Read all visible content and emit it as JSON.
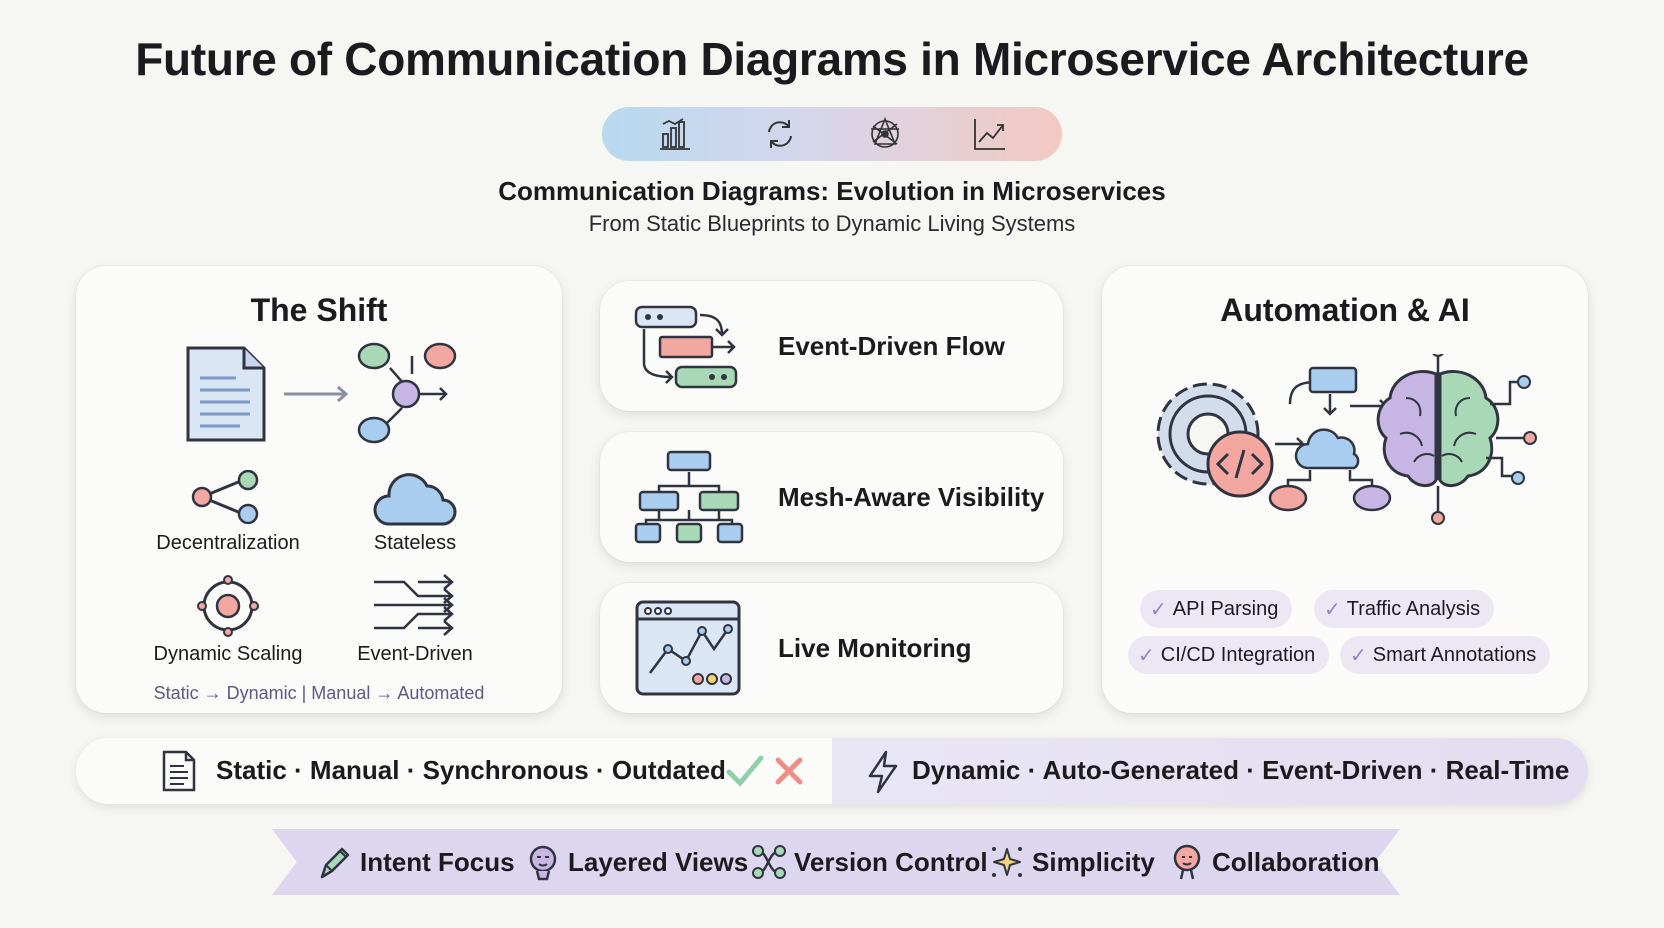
{
  "header": {
    "title": "Future of Communication Diagrams in Microservice Architecture",
    "subtitle": "Communication Diagrams: Evolution in Microservices",
    "tagline": "From Static Blueprints to Dynamic Living Systems"
  },
  "shift_card": {
    "title": "The Shift",
    "items": [
      {
        "label": "Decentralization",
        "icon": "share-nodes-icon"
      },
      {
        "label": "Stateless",
        "icon": "cloud-icon"
      },
      {
        "label": "Dynamic Scaling",
        "icon": "target-icon"
      },
      {
        "label": "Event-Driven",
        "icon": "arrows-merge-icon"
      }
    ],
    "footer": "Static → Dynamic | Manual → Automated"
  },
  "middle_cards": [
    {
      "label": "Event-Driven Flow",
      "icon": "event-flow-icon"
    },
    {
      "label": "Mesh-Aware Visibility",
      "icon": "hierarchy-icon"
    },
    {
      "label": "Live Monitoring",
      "icon": "monitor-chart-icon"
    }
  ],
  "automation_card": {
    "title": "Automation & AI",
    "tags": [
      "API Parsing",
      "Traffic Analysis",
      "CI/CD Integration",
      "Smart Annotations"
    ]
  },
  "comparison": {
    "old": "Static · Manual · Synchronous · Outdated",
    "new": "Dynamic · Auto-Generated · Event-Driven · Real-Time",
    "colors": {
      "check": "#8fd0a8",
      "cross": "#ef8e86"
    }
  },
  "principles": [
    {
      "label": "Intent Focus",
      "icon": "pen-icon"
    },
    {
      "label": "Layered Views",
      "icon": "head-icon"
    },
    {
      "label": "Version Control",
      "icon": "branch-icon"
    },
    {
      "label": "Simplicity",
      "icon": "sparkle-icon"
    },
    {
      "label": "Collaboration",
      "icon": "people-icon"
    }
  ],
  "colors": {
    "accent": "#8d88c2",
    "green": "#a8d8b5",
    "pink": "#f2a7a0",
    "blue": "#a9cdee",
    "purple": "#c7b6e3"
  }
}
